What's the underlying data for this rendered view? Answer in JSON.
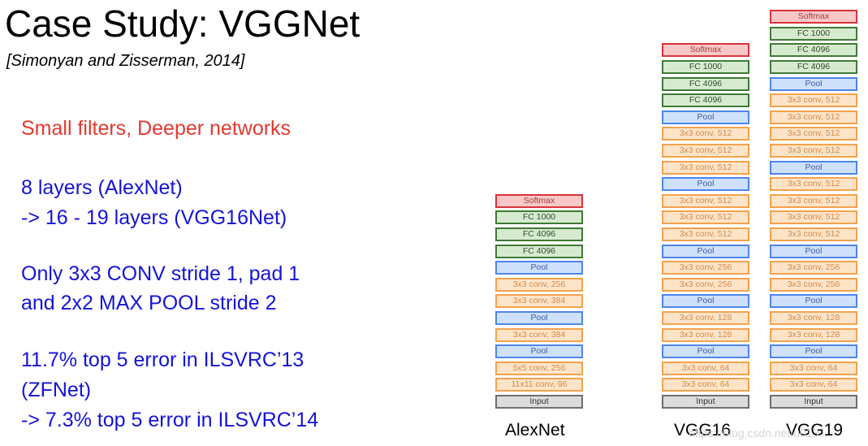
{
  "title": "Case Study: VGGNet",
  "citation": "[Simonyan and Zisserman, 2014]",
  "bullets": [
    {
      "text": "Small filters, Deeper networks",
      "color": "red"
    },
    {
      "text": "8 layers (AlexNet)",
      "color": "blue"
    },
    {
      "text": "-> 16 - 19 layers (VGG16Net)",
      "color": "blue"
    },
    {
      "text": "Only 3x3 CONV stride 1, pad 1",
      "color": "blue"
    },
    {
      "text": "and  2x2 MAX POOL stride 2",
      "color": "blue"
    },
    {
      "text": "11.7% top 5 error in ILSVRC’13",
      "color": "blue"
    },
    {
      "text": "(ZFNet)",
      "color": "blue"
    },
    {
      "text": "-> 7.3% top 5 error in ILSVRC’14",
      "color": "blue"
    }
  ],
  "colors": {
    "input": "#dcdcdc",
    "conv": "#fde4c8",
    "pool": "#cfe0fb",
    "fc": "#d6ead0",
    "softmax": "#f8c8c8",
    "red_text": "#e03a30",
    "blue_text": "#1414d8"
  },
  "networks": [
    {
      "name": "AlexNet",
      "layers": [
        {
          "label": "Softmax",
          "type": "softmax"
        },
        {
          "label": "FC 1000",
          "type": "fc"
        },
        {
          "label": "FC 4096",
          "type": "fc"
        },
        {
          "label": "FC 4096",
          "type": "fc"
        },
        {
          "label": "Pool",
          "type": "pool"
        },
        {
          "label": "3x3 conv, 256",
          "type": "conv"
        },
        {
          "label": "3x3 conv, 384",
          "type": "conv"
        },
        {
          "label": "Pool",
          "type": "pool"
        },
        {
          "label": "3x3 conv, 384",
          "type": "conv"
        },
        {
          "label": "Pool",
          "type": "pool"
        },
        {
          "label": "5x5 conv, 256",
          "type": "conv"
        },
        {
          "label": "11x11 conv, 96",
          "type": "conv"
        },
        {
          "label": "Input",
          "type": "input"
        }
      ]
    },
    {
      "name": "VGG16",
      "layers": [
        {
          "label": "Softmax",
          "type": "softmax"
        },
        {
          "label": "FC 1000",
          "type": "fc"
        },
        {
          "label": "FC 4096",
          "type": "fc"
        },
        {
          "label": "FC 4096",
          "type": "fc"
        },
        {
          "label": "Pool",
          "type": "pool"
        },
        {
          "label": "3x3 conv, 512",
          "type": "conv"
        },
        {
          "label": "3x3 conv, 512",
          "type": "conv"
        },
        {
          "label": "3x3 conv, 512",
          "type": "conv"
        },
        {
          "label": "Pool",
          "type": "pool"
        },
        {
          "label": "3x3 conv, 512",
          "type": "conv"
        },
        {
          "label": "3x3 conv, 512",
          "type": "conv"
        },
        {
          "label": "3x3 conv, 512",
          "type": "conv"
        },
        {
          "label": "Pool",
          "type": "pool"
        },
        {
          "label": "3x3 conv, 256",
          "type": "conv"
        },
        {
          "label": "3x3 conv, 256",
          "type": "conv"
        },
        {
          "label": "Pool",
          "type": "pool"
        },
        {
          "label": "3x3 conv, 128",
          "type": "conv"
        },
        {
          "label": "3x3 conv, 128",
          "type": "conv"
        },
        {
          "label": "Pool",
          "type": "pool"
        },
        {
          "label": "3x3 conv, 64",
          "type": "conv"
        },
        {
          "label": "3x3 conv, 64",
          "type": "conv"
        },
        {
          "label": "Input",
          "type": "input"
        }
      ]
    },
    {
      "name": "VGG19",
      "layers": [
        {
          "label": "Softmax",
          "type": "softmax"
        },
        {
          "label": "FC 1000",
          "type": "fc"
        },
        {
          "label": "FC 4096",
          "type": "fc"
        },
        {
          "label": "FC 4096",
          "type": "fc"
        },
        {
          "label": "Pool",
          "type": "pool"
        },
        {
          "label": "3x3 conv, 512",
          "type": "conv"
        },
        {
          "label": "3x3 conv, 512",
          "type": "conv"
        },
        {
          "label": "3x3 conv, 512",
          "type": "conv"
        },
        {
          "label": "3x3 conv, 512",
          "type": "conv"
        },
        {
          "label": "Pool",
          "type": "pool"
        },
        {
          "label": "3x3 conv, 512",
          "type": "conv"
        },
        {
          "label": "3x3 conv, 512",
          "type": "conv"
        },
        {
          "label": "3x3 conv, 512",
          "type": "conv"
        },
        {
          "label": "3x3 conv, 512",
          "type": "conv"
        },
        {
          "label": "Pool",
          "type": "pool"
        },
        {
          "label": "3x3 conv, 256",
          "type": "conv"
        },
        {
          "label": "3x3 conv, 256",
          "type": "conv"
        },
        {
          "label": "Pool",
          "type": "pool"
        },
        {
          "label": "3x3 conv, 128",
          "type": "conv"
        },
        {
          "label": "3x3 conv, 128",
          "type": "conv"
        },
        {
          "label": "Pool",
          "type": "pool"
        },
        {
          "label": "3x3 conv, 64",
          "type": "conv"
        },
        {
          "label": "3x3 conv, 64",
          "type": "conv"
        },
        {
          "label": "Input",
          "type": "input"
        }
      ]
    }
  ],
  "watermark": "https://blog.csdn.net/u013..."
}
